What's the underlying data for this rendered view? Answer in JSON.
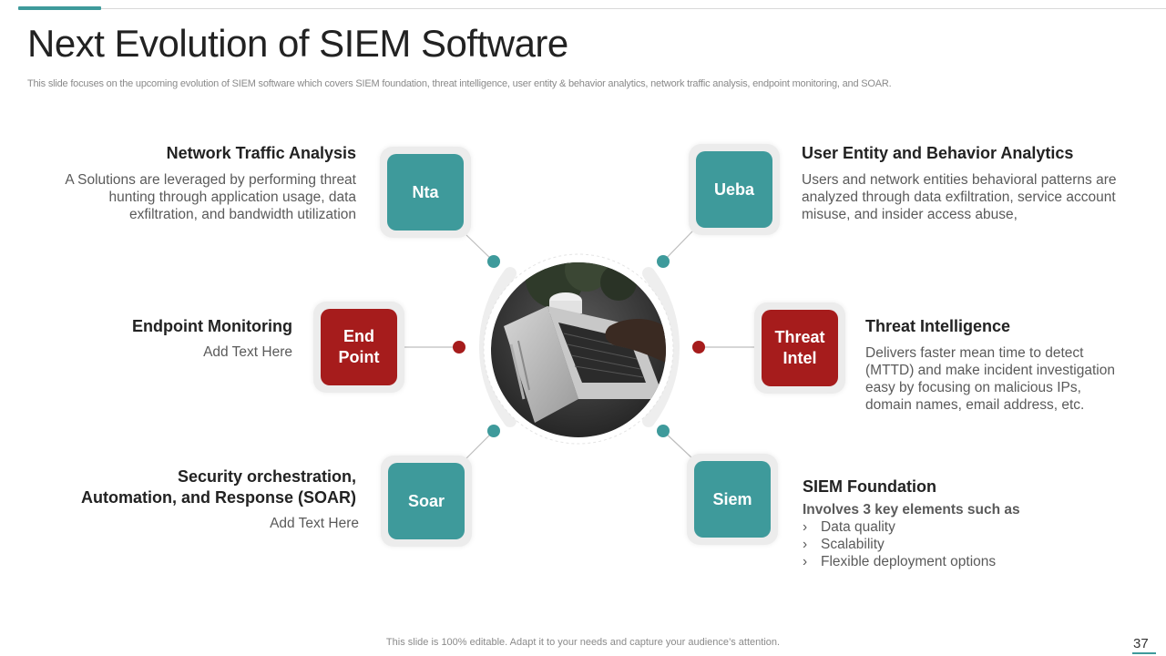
{
  "slide": {
    "title": "Next Evolution of SIEM Software",
    "subtitle": "This slide focuses on the upcoming evolution of SIEM software which covers SIEM foundation, threat intelligence, user entity & behavior analytics, network traffic analysis, endpoint monitoring, and SOAR.",
    "footer": "This slide is 100% editable. Adapt it to your needs and capture your audience’s attention.",
    "page_number": "37"
  },
  "colors": {
    "teal": "#3e9a9b",
    "red": "#a61c1c"
  },
  "items": {
    "nta": {
      "tile": "Nta",
      "heading": "Network Traffic Analysis",
      "lines": [
        "A Solutions are leveraged by performing threat",
        "hunting through application usage, data",
        "exfiltration,  and bandwidth utilization"
      ]
    },
    "ueba": {
      "tile": "Ueba",
      "heading": "User Entity and Behavior Analytics",
      "lines": [
        "Users and network entities behavioral patterns are",
        "analyzed through data exfiltration, service account",
        "misuse, and insider access abuse,"
      ]
    },
    "endpoint": {
      "tile_lines": [
        "End",
        "Point"
      ],
      "heading": "Endpoint Monitoring",
      "text": "Add Text Here"
    },
    "threat": {
      "tile_lines": [
        "Threat",
        "Intel"
      ],
      "heading": "Threat Intelligence",
      "lines": [
        "Delivers faster mean time to detect",
        "(MTTD) and make incident investigation",
        "easy by focusing on malicious IPs,",
        "domain names, email address, etc."
      ]
    },
    "soar": {
      "tile": "Soar",
      "heading_lines": [
        "Security orchestration,",
        "Automation, and Response (SOAR)"
      ],
      "text": "Add Text Here"
    },
    "siem": {
      "tile": "Siem",
      "heading": "SIEM Foundation",
      "intro": "Involves 3 key elements such as",
      "bullet_mark": "›",
      "bullets": [
        "Data quality",
        "Scalability",
        "Flexible deployment  options"
      ]
    }
  },
  "center_image": "laptop-photo"
}
